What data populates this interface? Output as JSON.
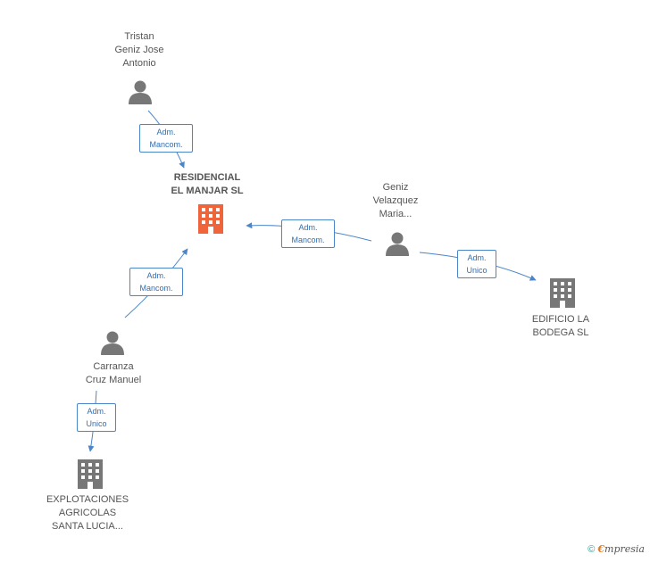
{
  "colors": {
    "edge": "#4a86c8",
    "person": "#777777",
    "company": "#777777",
    "focus_company": "#f0643c"
  },
  "nodes": {
    "tristan": {
      "lines": [
        "Tristan",
        "Geniz Jose",
        "Antonio"
      ],
      "icon": "person-icon"
    },
    "residencial": {
      "lines": [
        "RESIDENCIAL",
        "EL MANJAR SL"
      ],
      "icon": "building-icon"
    },
    "geniz": {
      "lines": [
        "Geniz",
        "Velazquez",
        "Maria..."
      ],
      "icon": "person-icon"
    },
    "edificio": {
      "lines": [
        "EDIFICIO LA",
        "BODEGA SL"
      ],
      "icon": "building-icon"
    },
    "carranza": {
      "lines": [
        "Carranza",
        "Cruz Manuel"
      ],
      "icon": "person-icon"
    },
    "explotaciones": {
      "lines": [
        "EXPLOTACIONES",
        "AGRICOLAS",
        "SANTA LUCIA..."
      ],
      "icon": "building-icon"
    }
  },
  "relations": {
    "r1": [
      "Adm.",
      "Mancom."
    ],
    "r2": [
      "Adm.",
      "Mancom."
    ],
    "r3": [
      "Adm.",
      "Unico"
    ],
    "r4": [
      "Adm.",
      "Mancom."
    ],
    "r5": [
      "Adm.",
      "Unico"
    ]
  },
  "footer": {
    "copyright": "©",
    "brand_first": "€",
    "brand_rest": "mpresia"
  }
}
